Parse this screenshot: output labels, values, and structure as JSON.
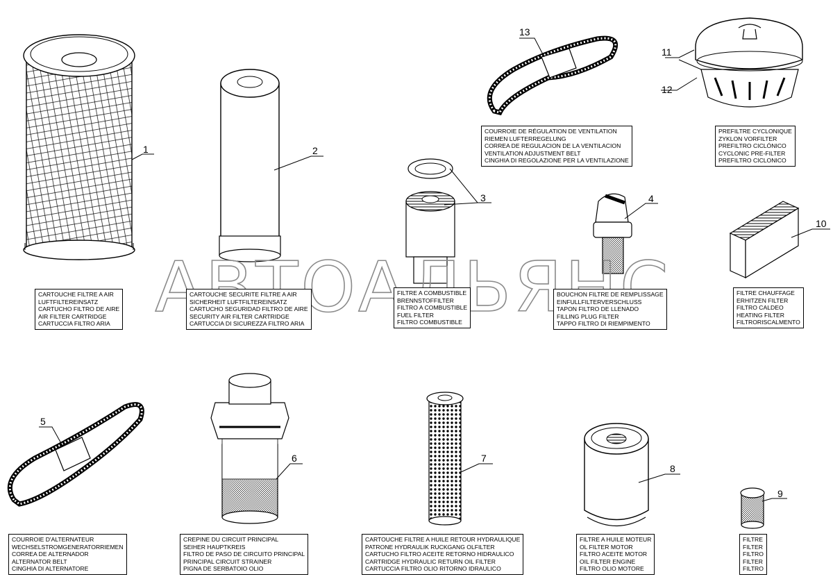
{
  "watermark": "АВТОАЛЬЯНС",
  "parts": [
    {
      "num": "1",
      "lines": [
        "CARTOUCHE FILTRE A AIR",
        "LUFTFILTEREINSATZ",
        "CARTUCHO FILTRO DE AIRE",
        "AIR FILTER CARTRIDGE",
        "CARTUCCIA FILTRO ARIA"
      ]
    },
    {
      "num": "2",
      "lines": [
        "CARTOUCHE SECURITE FILTRE A AIR",
        "SICHERHEIT LUFTFILTEREINSATZ",
        "CARTUCHO SEGURIDAD FILTRO DE AIRE",
        "SECURITY AIR FILTER CARTRIDGE",
        "CARTUCCIA DI SICUREZZA FILTRO ARIA"
      ]
    },
    {
      "num": "3",
      "lines": [
        "FILTRE A COMBUSTIBLE",
        "BRENNSTOFFILTER",
        "FILTRO A COMBUSTIBLE",
        "FUEL FILTER",
        "FILTRO COMBUSTIBLE"
      ]
    },
    {
      "num": "4",
      "lines": [
        "BOUCHON FILTRE DE REMPLISSAGE",
        "EINFULLFILTERVERSCHLUSS",
        "TAPON FILTRO DE LLENADO",
        "FILLING PLUG FILTER",
        "TAPPO FILTRO DI RIEMPIMENTO"
      ]
    },
    {
      "num": "5",
      "lines": [
        "COURROIE D'ALTERNATEUR",
        "WECHSELSTROMGENERATORRIEMEN",
        "CORREA DE ALTERNADOR",
        "ALTERNATOR BELT",
        "CINGHIA DI ALTERNATORE"
      ]
    },
    {
      "num": "6",
      "lines": [
        "CREPINE DU CIRCUIT PRINCIPAL",
        "SEIHER HAUPTKREIS",
        "FILTRO DE PASO DE CIRCUITO PRINCIPAL",
        "PRINCIPAL CIRCUIT STRAINER",
        "PIGNA DE SERBATOIO OLIO"
      ]
    },
    {
      "num": "7",
      "lines": [
        "CARTOUCHE FILTRE A HUILE RETOUR HYDRAULIQUE",
        "PATRONE HYDRAULIK RUCKGANG OLFILTER",
        "CARTUCHO FILTRO ACEITE RETORNO HIDRAULICO",
        "CARTRIDGE HYDRAULIC RETURN OIL FILTER",
        "CARTUCCIA FILTRO OLIO RITORNO IDRAULICO"
      ]
    },
    {
      "num": "8",
      "lines": [
        "FILTRE A HUILE MOTEUR",
        "OL FILTER MOTOR",
        "FILTRO ACEITE MOTOR",
        "OIL FILTER ENGINE",
        "FILTRO OLIO MOTORE"
      ]
    },
    {
      "num": "9",
      "lines": [
        "FILTRE",
        "FILTER",
        "FILTRO",
        "FILTER",
        "FILTRO"
      ]
    },
    {
      "num": "10",
      "lines": [
        "FILTRE CHAUFFAGE",
        "ERHITZEN FILTER",
        "FILTRO CALDEO",
        "HEATING FILTER",
        "FILTRORISCALMENTO"
      ]
    },
    {
      "num": "11",
      "lines": [
        "PREFILTRE CYCLONIQUE",
        "ZYKLON VORFILTER",
        "PREFILTRO CICLÓNICO",
        "CYCLONIC PRE-FILTER",
        "PREFILTRO CICLONICO"
      ]
    },
    {
      "num": "12",
      "lines": []
    },
    {
      "num": "13",
      "lines": [
        "COURROIE DE RÉGULATION DE VENTILATION",
        "RIEMEN LUFTERREGELUNG",
        "CORREA DE REGULACION DE LA VENTILACION",
        "VENTILATION ADJUSTMENT BELT",
        "CINGHIA DI REGOLAZIONE PER LA VENTILAZIONE"
      ]
    }
  ]
}
